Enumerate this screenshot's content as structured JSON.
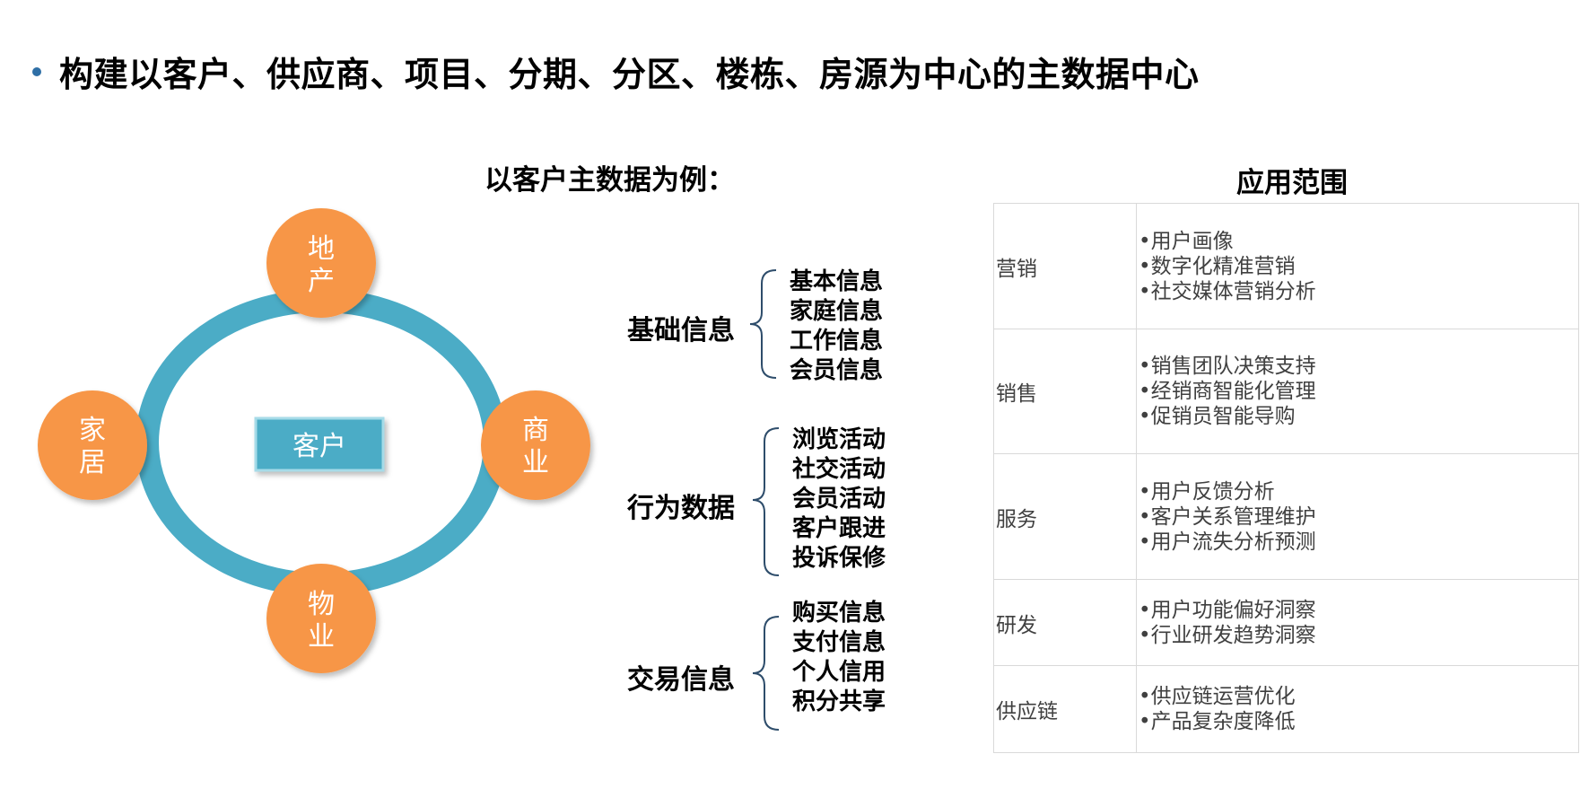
{
  "headline": "构建以客户、供应商、项目、分期、分区、楼栋、房源为中心的主数据中心",
  "example_title": "以客户主数据为例：",
  "ring": {
    "center": "客户",
    "nodes": [
      {
        "top": "地",
        "bottom": "产"
      },
      {
        "top": "商",
        "bottom": "业"
      },
      {
        "top": "物",
        "bottom": "业"
      },
      {
        "top": "家",
        "bottom": "居"
      }
    ]
  },
  "groups": [
    {
      "label": "基础信息",
      "items": [
        "基本信息",
        "家庭信息",
        "工作信息",
        "会员信息"
      ]
    },
    {
      "label": "行为数据",
      "items": [
        "浏览活动",
        "社交活动",
        "会员活动",
        "客户跟进",
        "投诉保修"
      ]
    },
    {
      "label": "交易信息",
      "items": [
        "购买信息",
        "支付信息",
        "个人信用",
        "积分共享"
      ]
    }
  ],
  "app_scope": {
    "title": "应用范围",
    "rows": [
      {
        "category": "营销",
        "items": [
          "•用户画像",
          "•数字化精准营销",
          "•社交媒体营销分析"
        ]
      },
      {
        "category": "销售",
        "items": [
          "•销售团队决策支持",
          "•经销商智能化管理",
          "•促销员智能导购"
        ]
      },
      {
        "category": "服务",
        "items": [
          "•用户反馈分析",
          "•客户关系管理维护",
          "•用户流失分析预测"
        ]
      },
      {
        "category": "研发",
        "items": [
          "•用户功能偏好洞察",
          "•行业研发趋势洞察"
        ]
      },
      {
        "category": "供应链",
        "items": [
          "•供应链运营优化",
          "•产品复杂度降低"
        ]
      }
    ]
  },
  "colors": {
    "ring": "#4bacc6",
    "node": "#f79646",
    "center_box": "#4bacc6",
    "brace": "#2e4d6b",
    "bullet": "#2f6fa6",
    "table_border": "#d9d9d9"
  }
}
